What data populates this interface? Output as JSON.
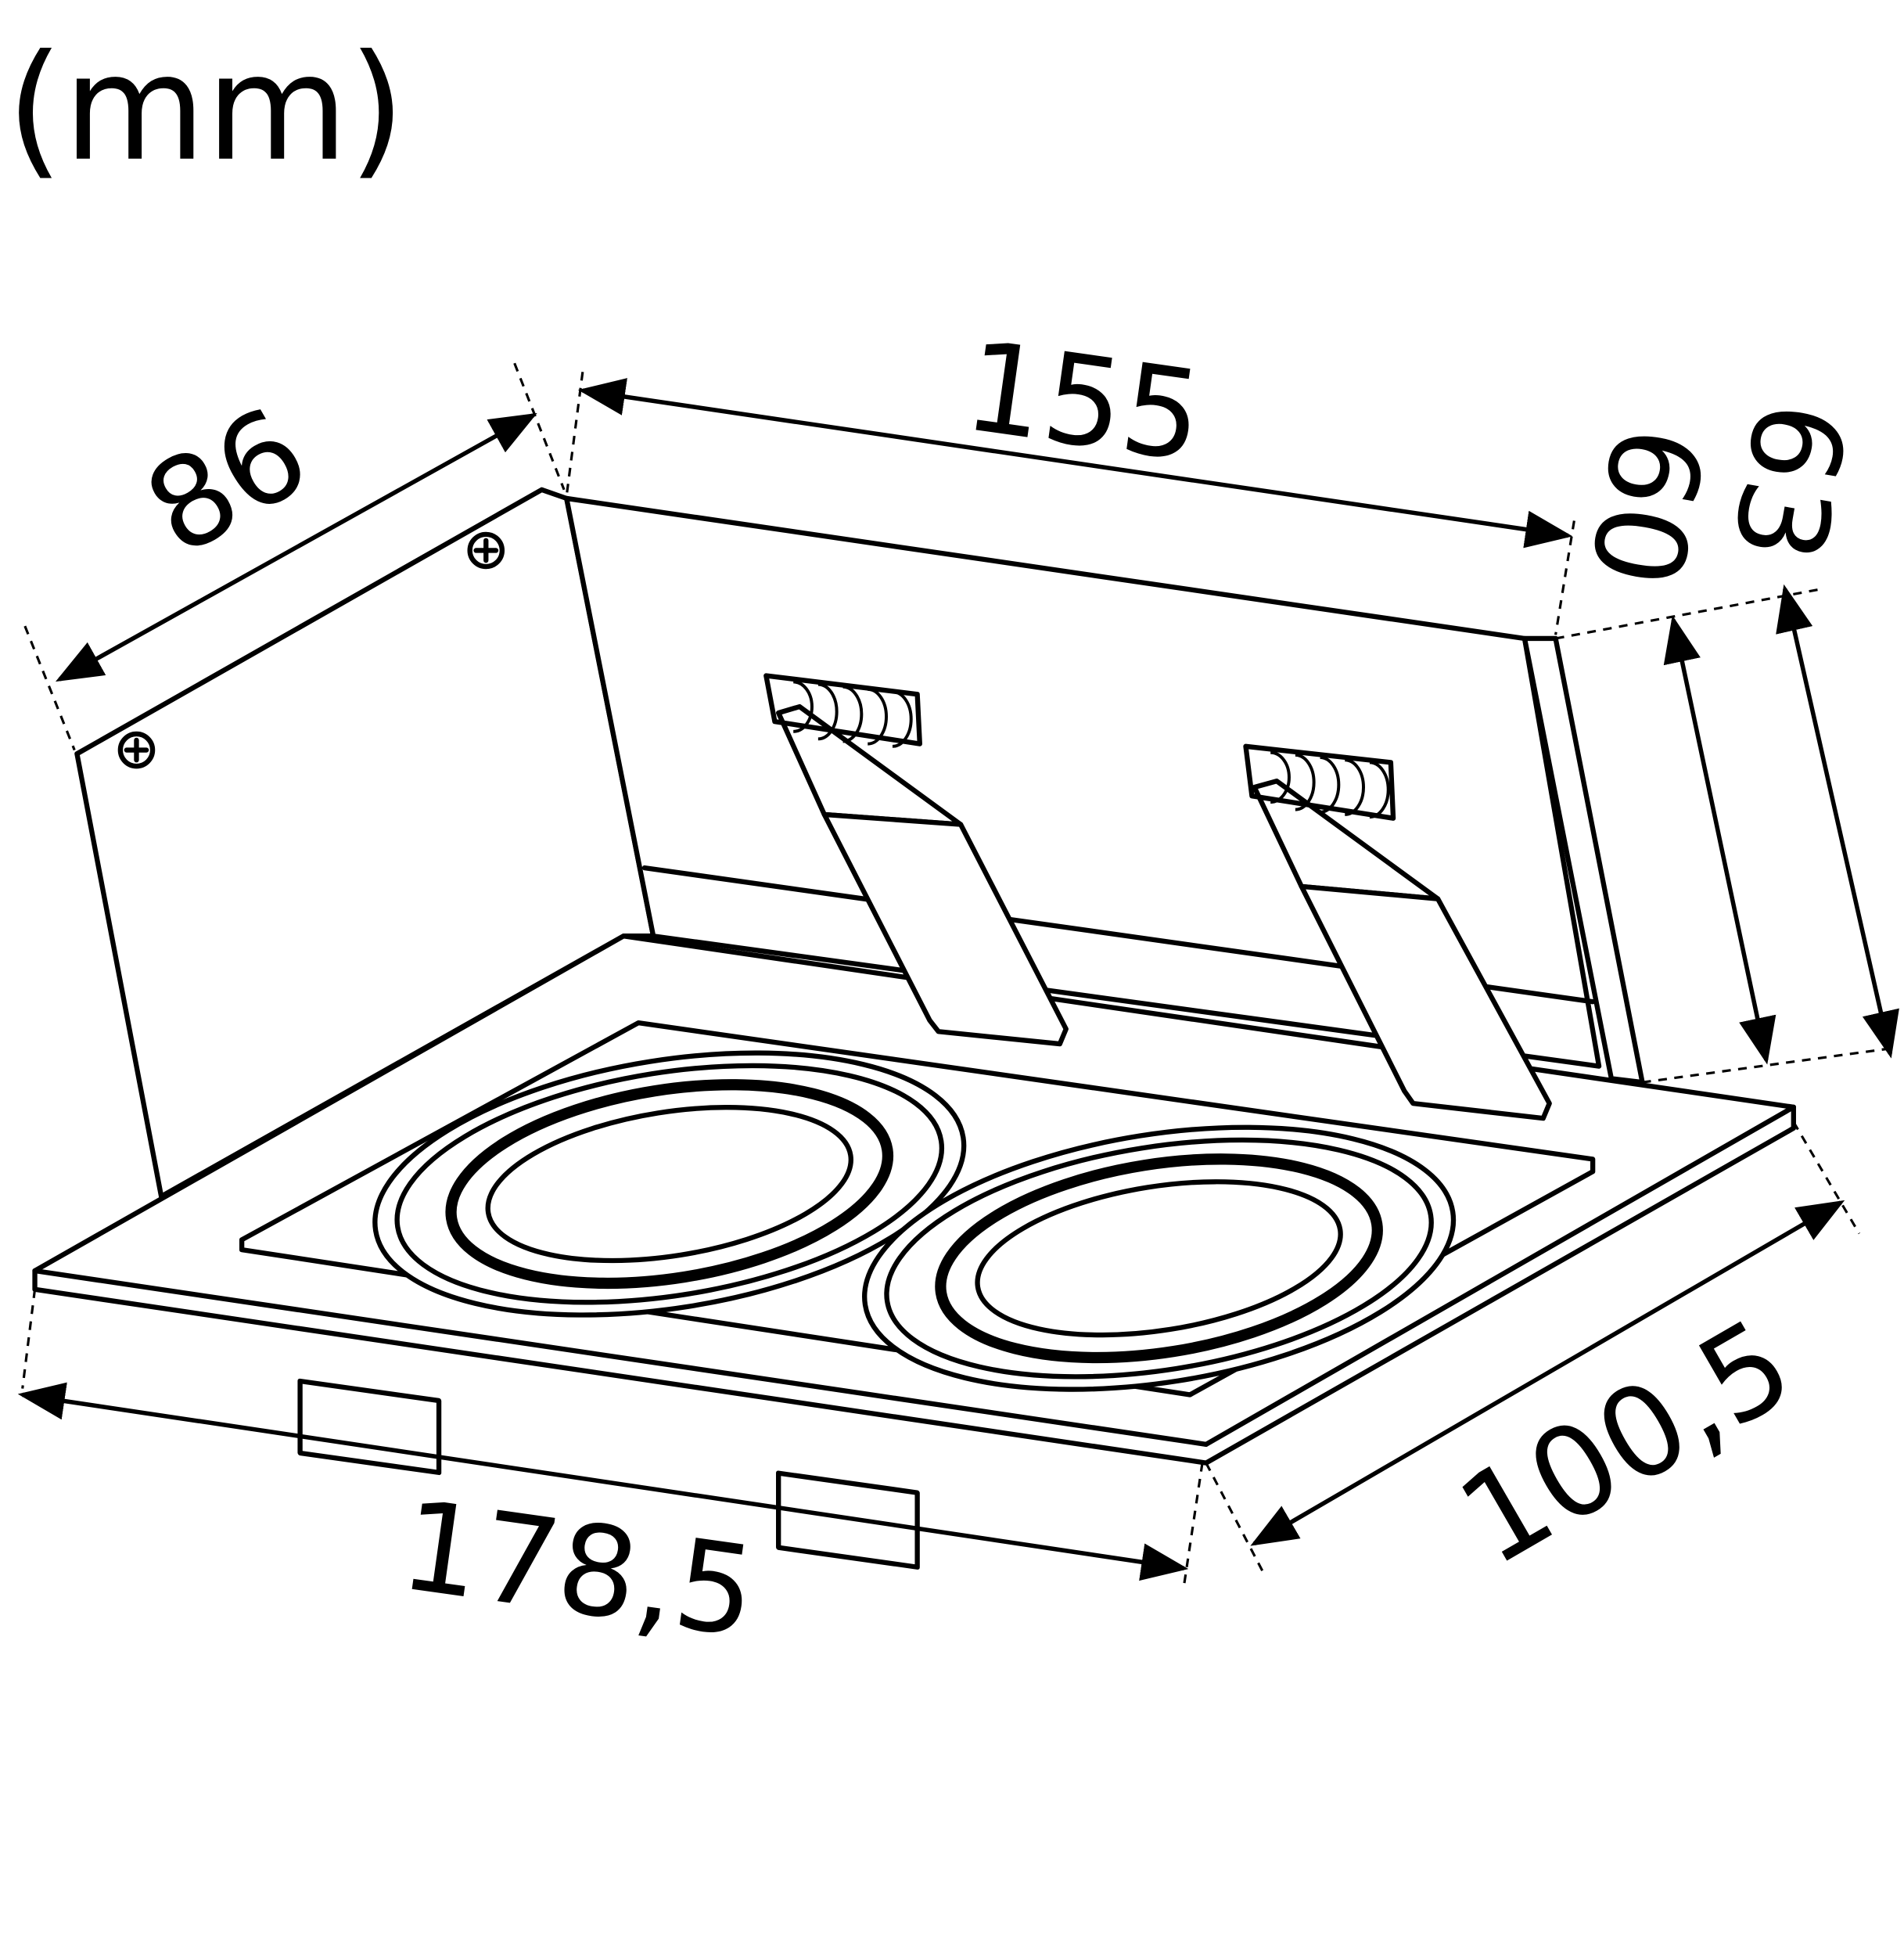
{
  "units": "(mm)",
  "dimensions": {
    "housing_width": "155",
    "housing_depth": "86",
    "housing_height_inner": "60",
    "housing_height_total": "63",
    "frame_width": "178,5",
    "frame_depth": "100,5"
  },
  "colors": {
    "line": "#000000",
    "background": "#ffffff"
  }
}
